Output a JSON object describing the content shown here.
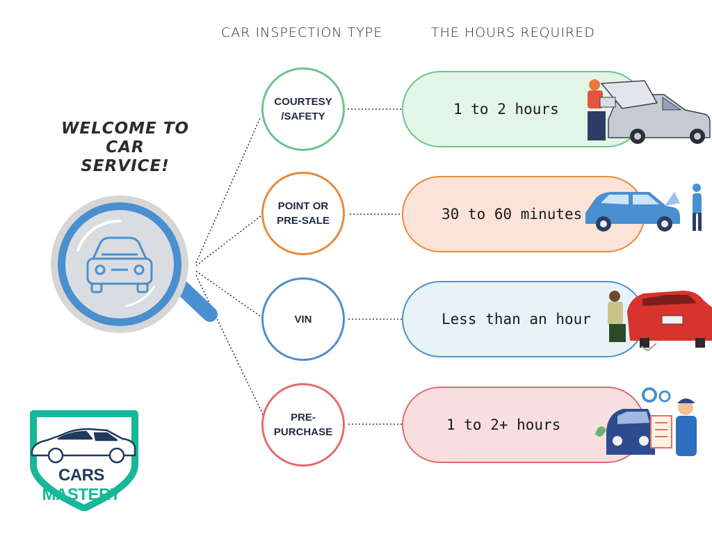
{
  "headers": {
    "type": "CAR INSPECTION TYPE",
    "hours": "THE HOURS REQUIRED"
  },
  "welcome": {
    "line1": "WELCOME TO",
    "line2": "CAR",
    "line3": "SERVICE!"
  },
  "inspections": [
    {
      "type_line1": "COURTESY",
      "type_line2": "/SAFETY",
      "hours": "1 to 2 hours",
      "color": "#6cc38a",
      "fill": "#e3f5e7"
    },
    {
      "type_line1": "POINT OR",
      "type_line2": "PRE-SALE",
      "hours": "30 to 60 minutes",
      "color": "#e88a3a",
      "fill": "#fbe3d7"
    },
    {
      "type_line1": "VIN",
      "type_line2": "",
      "hours": "Less than an hour",
      "color": "#4a8fcf",
      "fill": "#e7f3f6"
    },
    {
      "type_line1": "PRE-",
      "type_line2": "PURCHASE",
      "hours": "1 to 2+ hours",
      "color": "#e36b6b",
      "fill": "#f8dede"
    }
  ],
  "logo": {
    "word1": "CARS",
    "word2": "MASTERY",
    "color1": "#1f3a5a",
    "color2": "#17b89a"
  },
  "icons": [
    "magnifier-car-icon",
    "mechanic-laptop-car-icon",
    "mechanic-blue-car-icon",
    "mechanic-red-car-icon",
    "mechanic-checklist-car-icon",
    "gear-icon"
  ]
}
